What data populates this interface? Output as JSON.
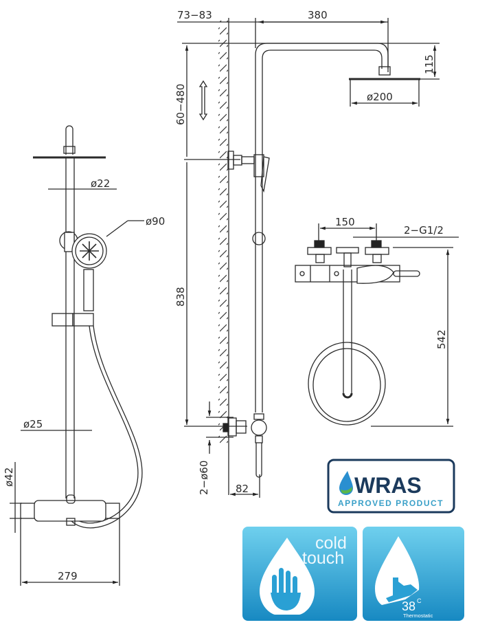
{
  "diagram": {
    "type": "technical-drawing",
    "subject": "thermostatic shower system",
    "front_view": {
      "dimensions": {
        "riser_diameter": "ø22",
        "handset_diameter": "ø90",
        "lower_rail_diameter": "ø25",
        "valve_diameter": "ø42",
        "valve_width": "279"
      }
    },
    "side_view": {
      "dimensions": {
        "wall_offset": "73−83",
        "arm_projection": "380",
        "head_drop": "115",
        "head_diameter": "ø200",
        "height_adjust": "60−480",
        "rail_height": "838",
        "wall_fittings": "2−ø60",
        "valve_projection": "82"
      }
    },
    "top_view": {
      "dimensions": {
        "inlet_centres": "150",
        "inlet_thread": "2−G1/2",
        "overall_depth": "542"
      }
    }
  },
  "badges": {
    "wras": {
      "title": "WRAS",
      "subtitle": "APPROVED PRODUCT",
      "colors": {
        "border": "#1b3a5c",
        "title": "#1b3a5c",
        "subtitle": "#3aa0c8",
        "drop": "#2a8fd0",
        "leaf": "#5ab74a"
      }
    },
    "cold_touch": {
      "line1": "cold",
      "line2": "touch",
      "icon": "hand-drop-icon"
    },
    "thermostatic": {
      "temp": "38",
      "unit": "C",
      "label": "Thermostatic",
      "icon": "finger-drop-icon"
    },
    "badge_gradient": [
      "#5cc8ea",
      "#1a8dc4"
    ]
  }
}
